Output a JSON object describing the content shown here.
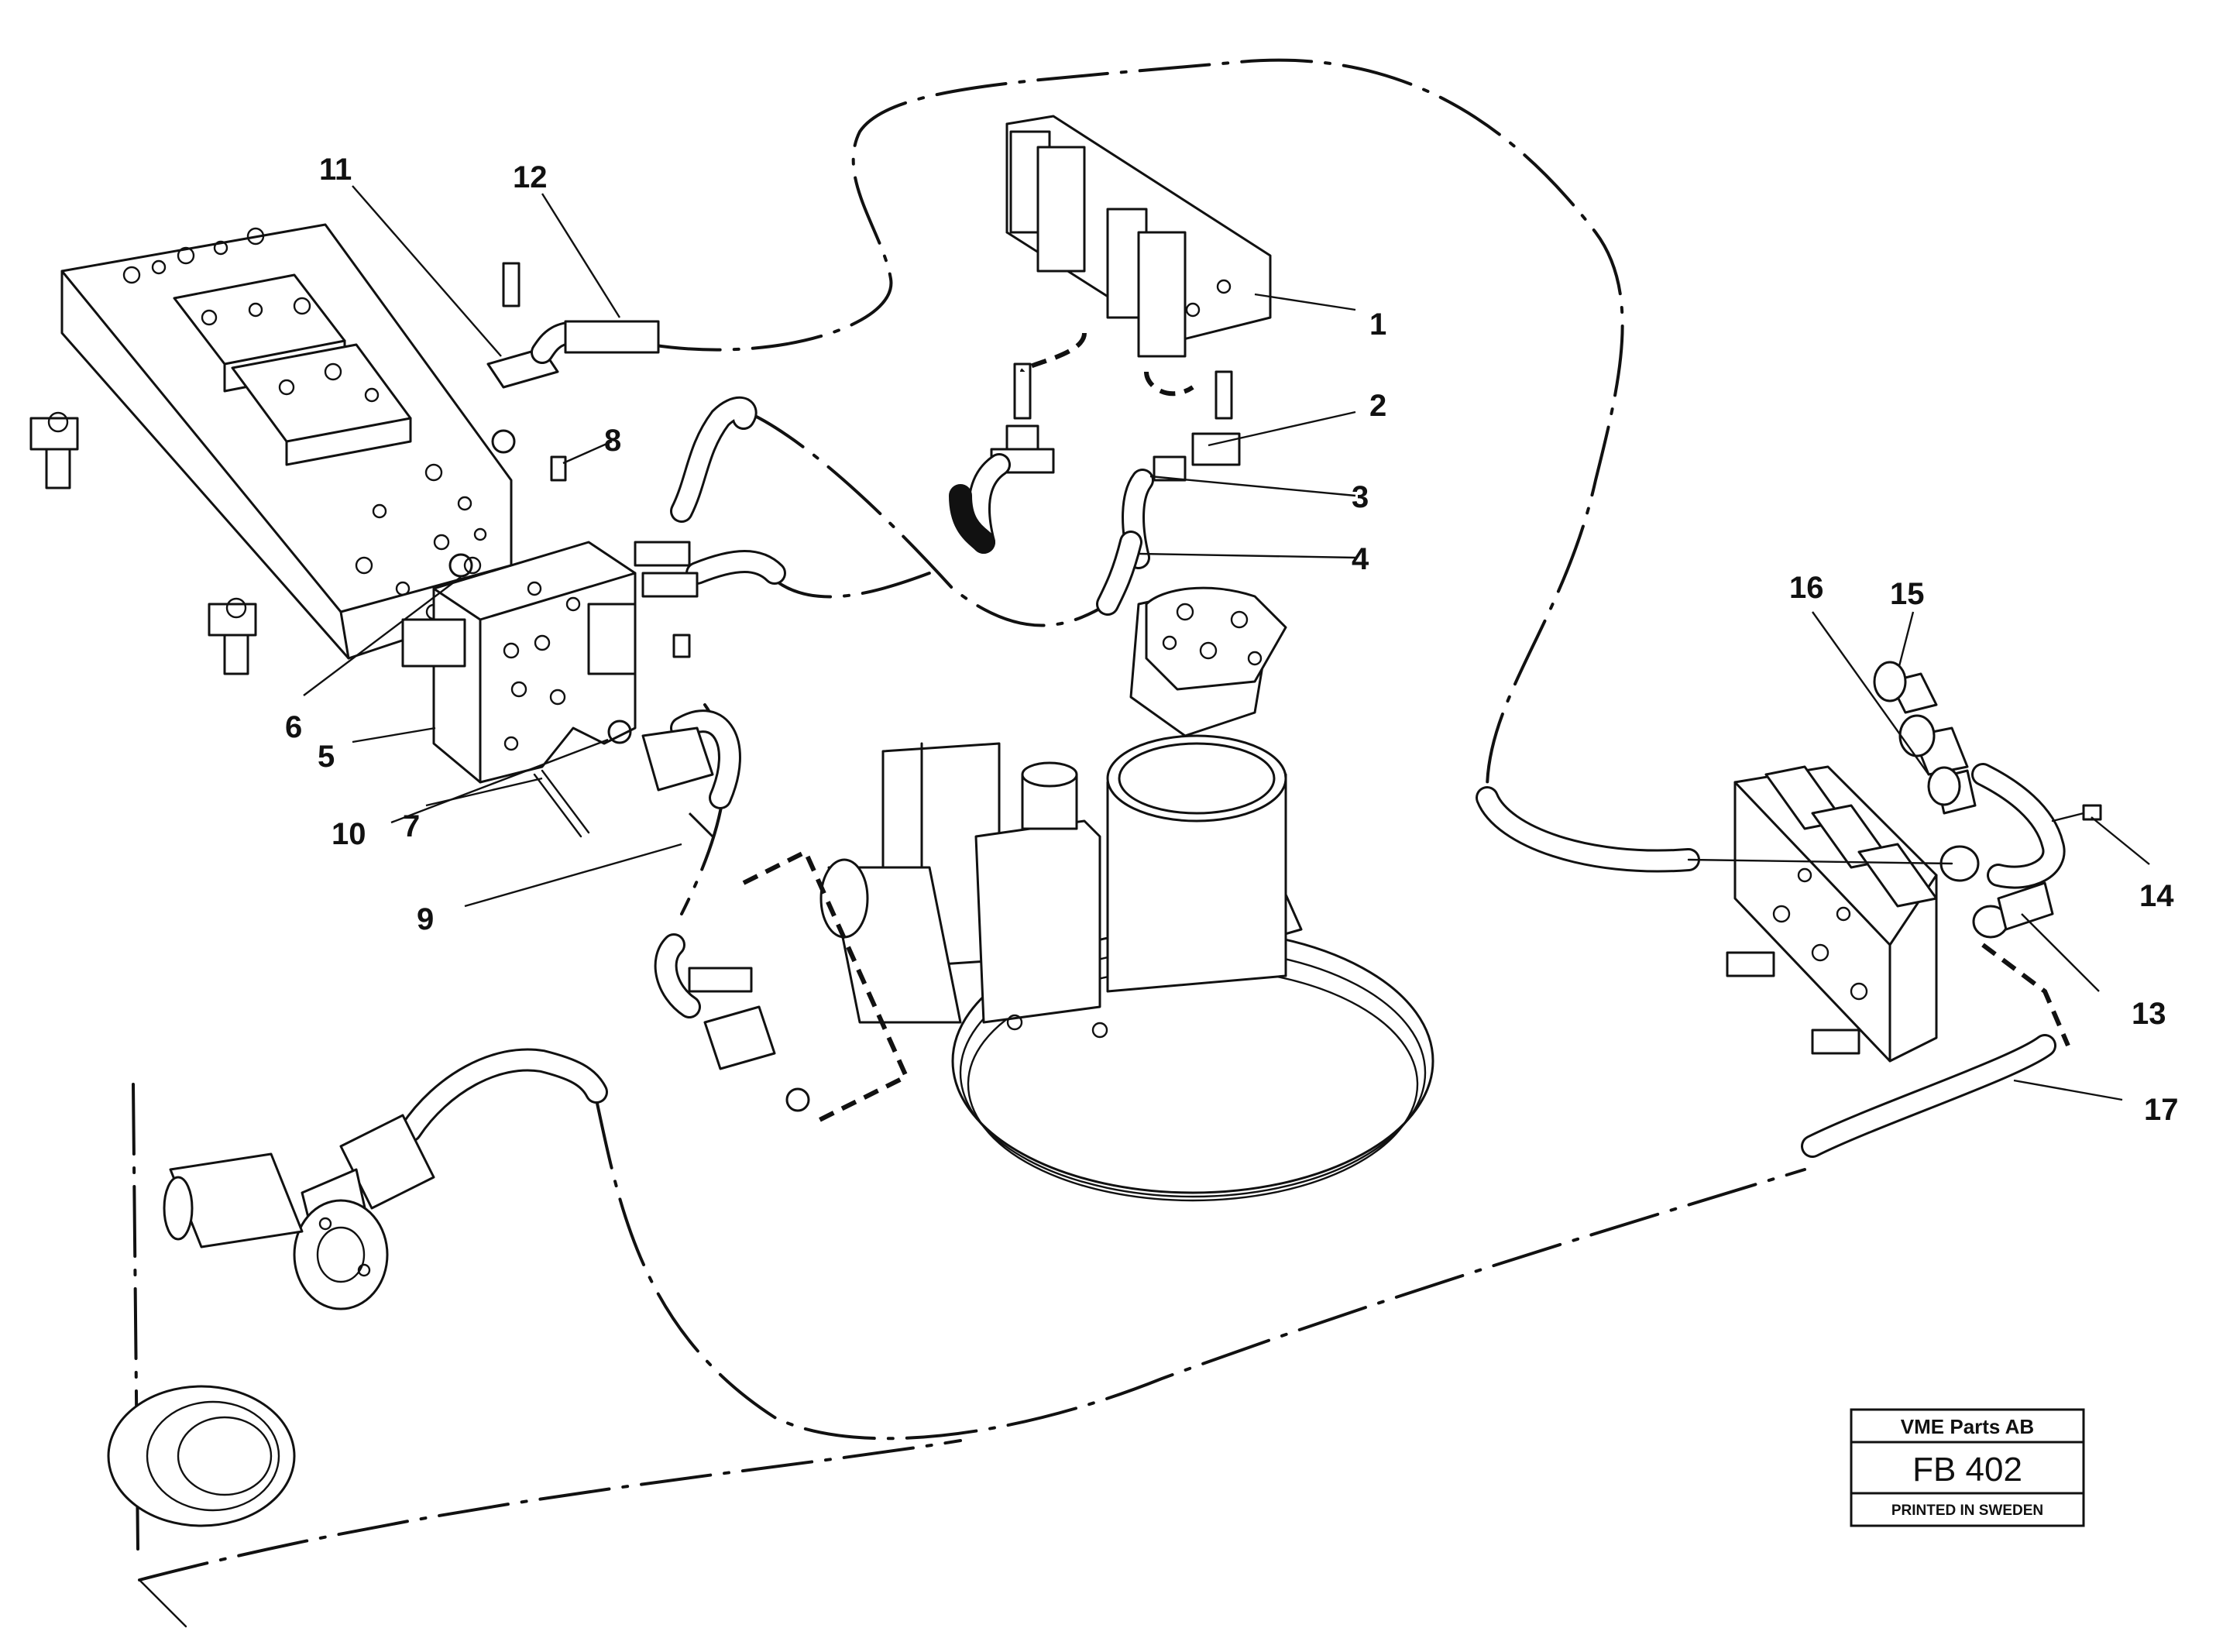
{
  "callouts": [
    {
      "id": "1",
      "label": "1"
    },
    {
      "id": "2",
      "label": "2"
    },
    {
      "id": "3",
      "label": "3"
    },
    {
      "id": "4",
      "label": "4"
    },
    {
      "id": "5",
      "label": "5"
    },
    {
      "id": "6",
      "label": "6"
    },
    {
      "id": "7",
      "label": "7"
    },
    {
      "id": "8",
      "label": "8"
    },
    {
      "id": "9",
      "label": "9"
    },
    {
      "id": "10",
      "label": "10"
    },
    {
      "id": "11",
      "label": "11"
    },
    {
      "id": "12",
      "label": "12"
    },
    {
      "id": "13",
      "label": "13"
    },
    {
      "id": "14",
      "label": "14"
    },
    {
      "id": "15",
      "label": "15"
    },
    {
      "id": "16",
      "label": "16"
    },
    {
      "id": "17",
      "label": "17"
    }
  ],
  "stamp": {
    "company": "VME Parts AB",
    "code": "FB 402",
    "note": "PRINTED IN SWEDEN"
  }
}
